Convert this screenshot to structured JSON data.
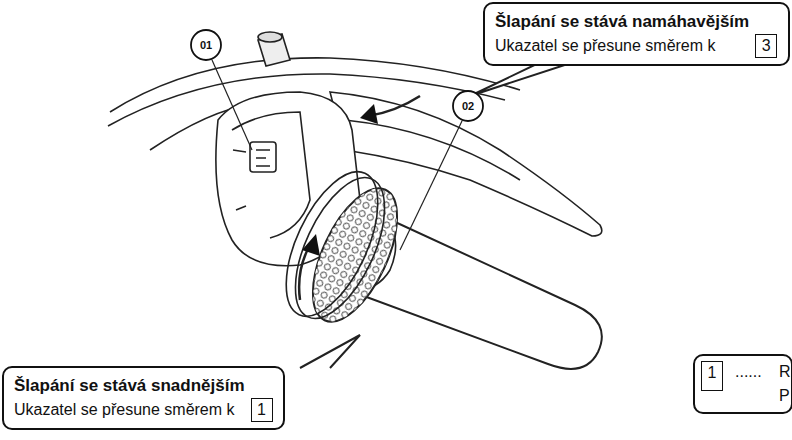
{
  "diagram": {
    "nodes": [
      {
        "text": [
          "Šlapání se stává namáhavějším",
          "Ukazatel se přesune směrem k"
        ]
      },
      {
        "text": [
          "3"
        ],
        "in": 0
      },
      {
        "text": [
          "Šlapání se stává snadnějším",
          "Ukazatel se přesune směrem k"
        ]
      },
      {
        "text": [
          "1"
        ],
        "in": 2
      },
      {
        "text": [
          "......",
          "R P"
        ]
      },
      {
        "text": [
          "1"
        ],
        "in": 4
      }
    ],
    "labels": [
      "01",
      "02"
    ]
  }
}
